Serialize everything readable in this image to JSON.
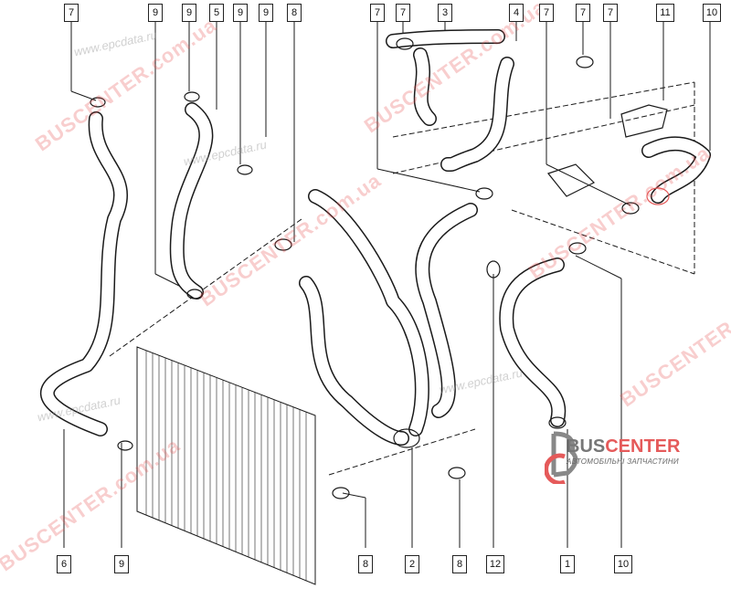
{
  "diagram": {
    "callouts_top": [
      "7",
      "9",
      "9",
      "5",
      "9",
      "9",
      "8",
      "7",
      "7",
      "3",
      "4",
      "7",
      "7",
      "7",
      "11",
      "10"
    ],
    "callouts_bottom": [
      "6",
      "9",
      "8",
      "2",
      "8",
      "12",
      "1",
      "10"
    ],
    "watermarks": {
      "brand": "BUSCENTER.com.ua",
      "site": "www.epcdata.ru"
    },
    "logo": {
      "name_gray": "BUS",
      "name_red": "CENTER",
      "tagline": "АВТОМОБІЛЬНІ ЗАПЧАСТИНИ"
    },
    "colors": {
      "line": "#1a1a1a",
      "brand_red": "#e55a5a",
      "brand_gray": "#777777"
    }
  }
}
